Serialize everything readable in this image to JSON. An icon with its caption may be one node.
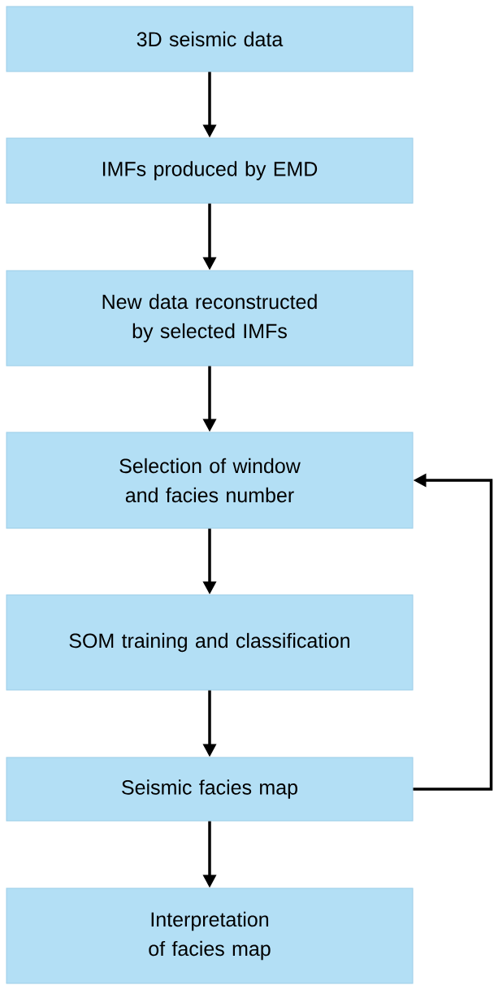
{
  "diagram": {
    "nodes": [
      {
        "text": [
          "3D seismic data"
        ]
      },
      {
        "text": [
          "IMFs produced by EMD"
        ]
      },
      {
        "text": [
          "New data reconstructed by selected IMFs"
        ]
      },
      {
        "text": [
          "Selection of window and facies number"
        ]
      },
      {
        "text": [
          "SOM training and classification"
        ]
      },
      {
        "text": [
          "Seismic facies map"
        ]
      },
      {
        "text": [
          "Interpretation of facies map"
        ]
      }
    ],
    "edges": [
      {
        "from": 0,
        "to": 1,
        "arrow": "to"
      },
      {
        "from": 1,
        "to": 2,
        "arrow": "to"
      },
      {
        "from": 2,
        "to": 3,
        "arrow": "to"
      },
      {
        "from": 3,
        "to": 4,
        "arrow": "to"
      },
      {
        "from": 4,
        "to": 5,
        "arrow": "to"
      },
      {
        "from": 5,
        "to": 6,
        "arrow": "to"
      },
      {
        "from": 5,
        "to": 3,
        "arrow": "to"
      }
    ]
  }
}
